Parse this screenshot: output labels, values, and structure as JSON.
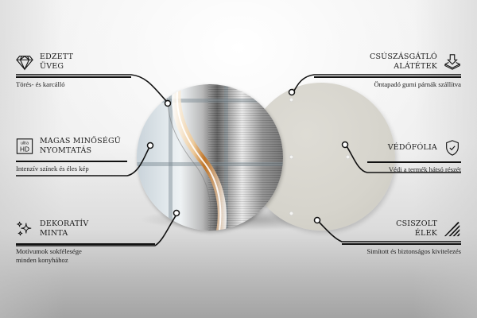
{
  "features": {
    "left": [
      {
        "title_line1": "EDZETT",
        "title_line2": "ÜVEG",
        "desc_line1": "Törés- és karcálló",
        "desc_line2": "",
        "icon": "diamond-icon"
      },
      {
        "title_line1": "MAGAS MINŐSÉGŰ",
        "title_line2": "NYOMTATÁS",
        "desc_line1": "Intenzív színek és éles kép",
        "desc_line2": "",
        "icon": "ultra-hd-icon",
        "icon_text_top": "ultra",
        "icon_text_bottom": "HD"
      },
      {
        "title_line1": "DEKORATÍV",
        "title_line2": "MINTA",
        "desc_line1": "Motívumok sokfélesége",
        "desc_line2": "minden konyhához",
        "icon": "sparkles-icon"
      }
    ],
    "right": [
      {
        "title_line1": "CSÚSZÁSGÁTLÓ",
        "title_line2": "ALÁTÉTEK",
        "desc_line1": "Öntapadó gumi párnák szállítva",
        "icon": "non-slip-pad-icon"
      },
      {
        "title_line1": "VÉDŐFÓLIA",
        "title_line2": "",
        "desc_line1": "Védi a termék hátsó részét",
        "icon": "shield-check-icon"
      },
      {
        "title_line1": "CSISZOLT",
        "title_line2": "ÉLEK",
        "desc_line1": "Simított és biztonságos kivitelezés",
        "icon": "polished-edge-icon"
      }
    ]
  },
  "product": {
    "front_disc": "glass-trivet-front-print",
    "back_disc": "glass-trivet-back",
    "back_color": "#d6d4cc"
  },
  "colors": {
    "line": "#111111",
    "text": "#1a1a1a"
  }
}
